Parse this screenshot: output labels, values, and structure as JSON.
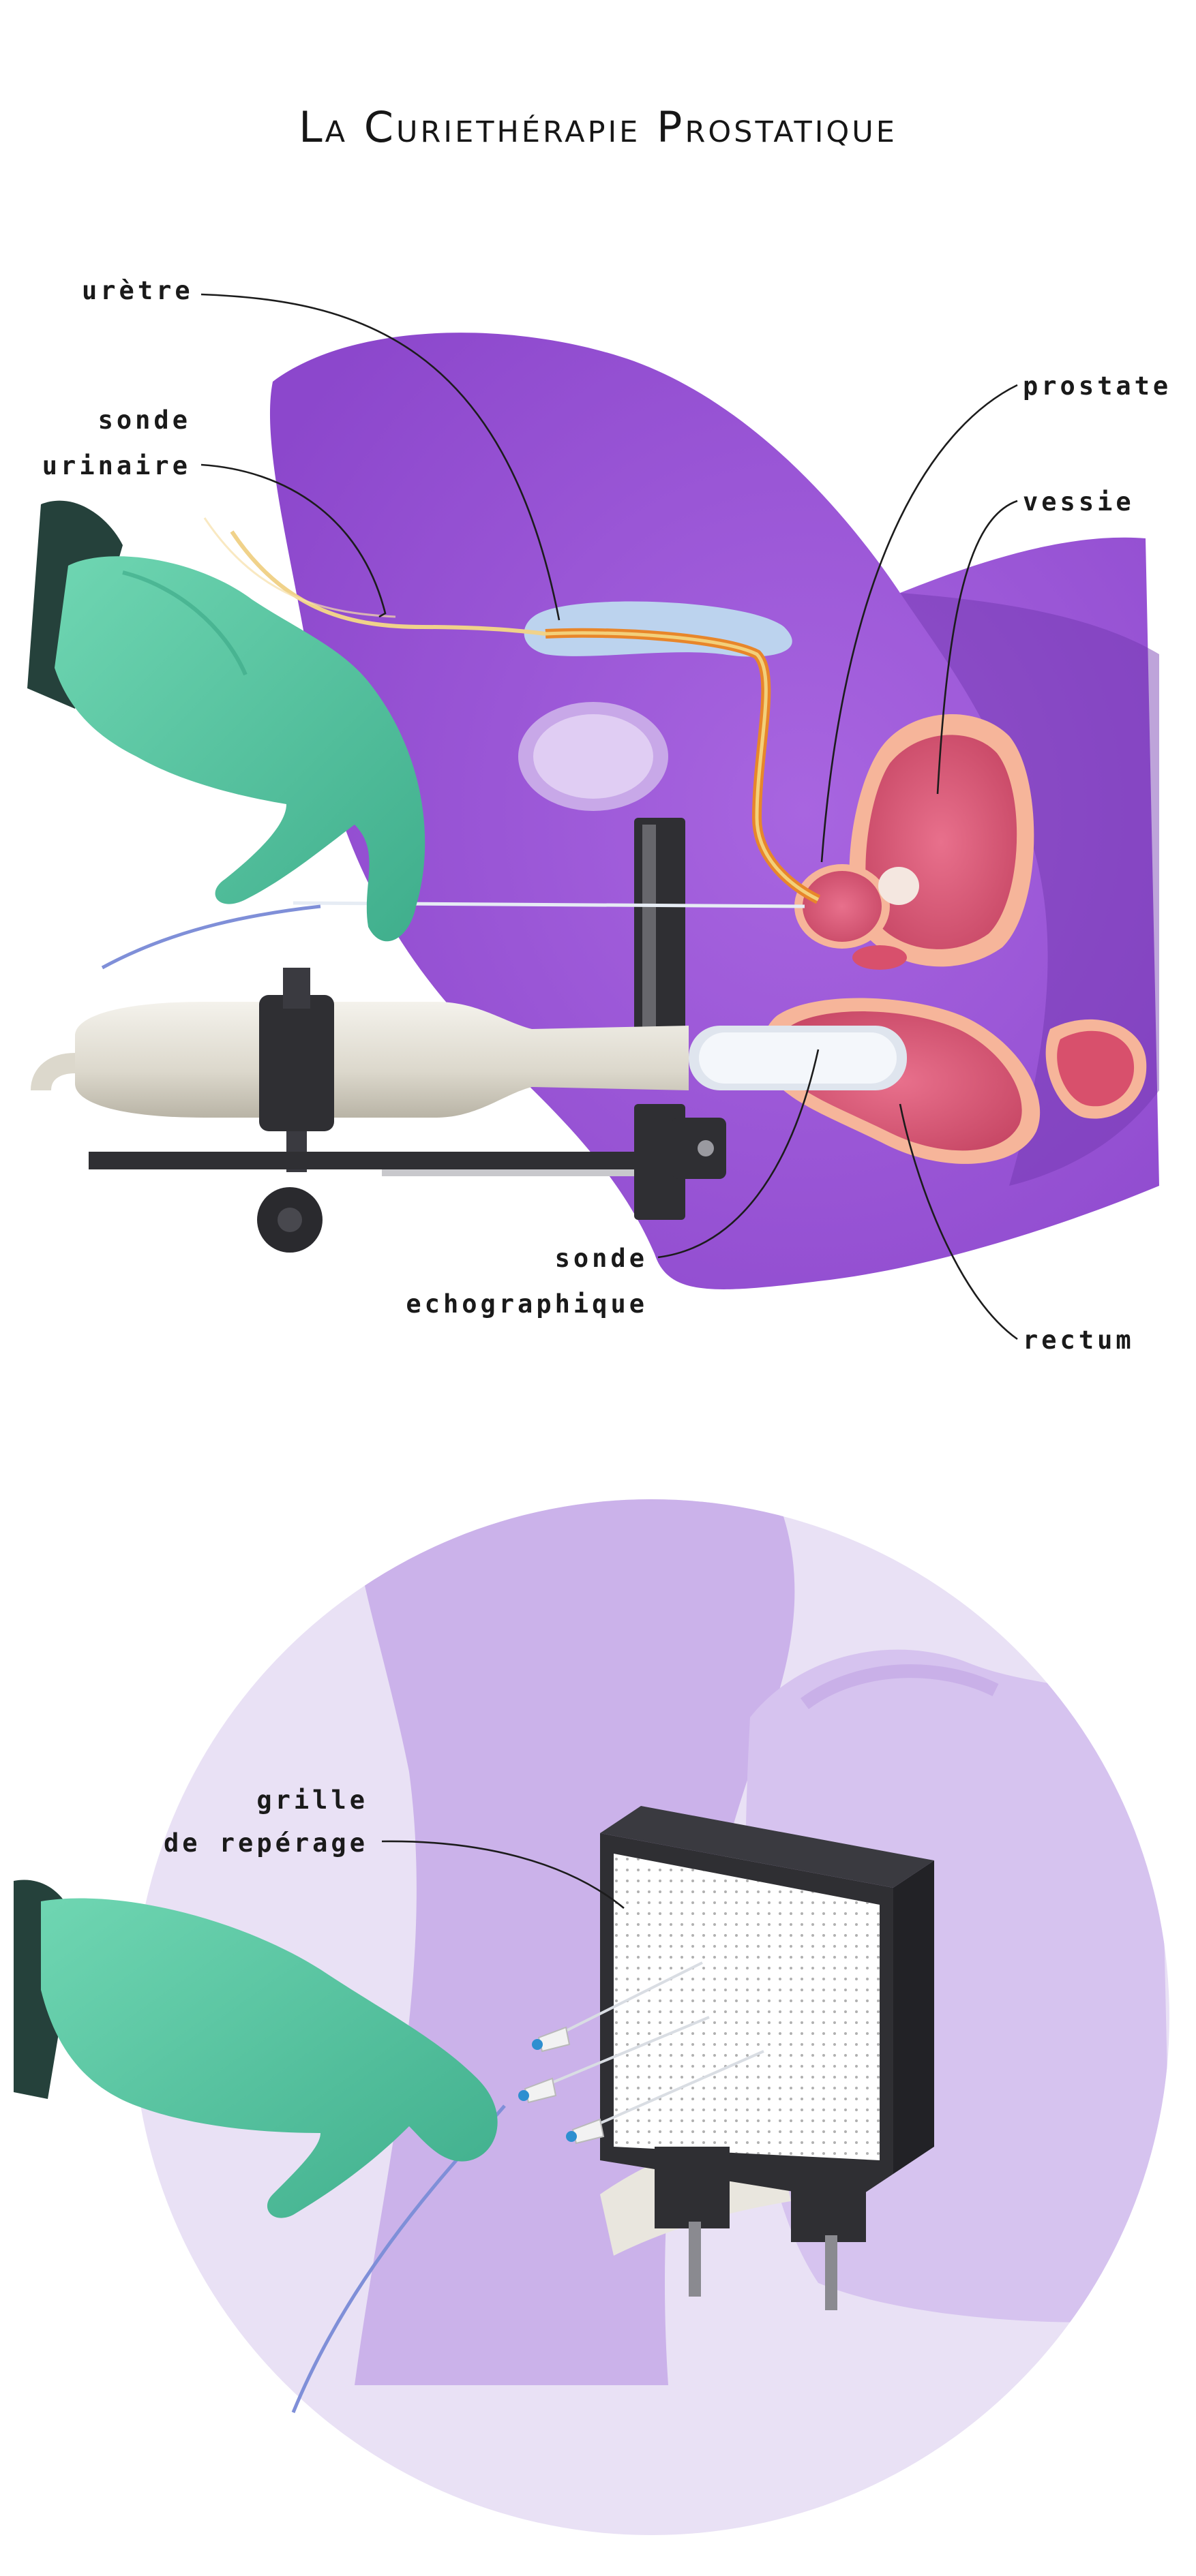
{
  "title": "La Curiethérapie Prostatique",
  "labels": {
    "uretre": "urètre",
    "sonde_urinaire_1": "sonde",
    "sonde_urinaire_2": "urinaire",
    "prostate": "prostate",
    "vessie": "vessie",
    "sonde_echo_1": "sonde",
    "sonde_echo_2": "echographique",
    "rectum": "rectum",
    "grille_1": "grille",
    "grille_2": "de repérage"
  },
  "colors": {
    "body_purple": "#9a55d6",
    "body_purple_dark": "#7a3fb8",
    "organ_pink": "#e0607a",
    "organ_rim": "#f6b59a",
    "glove": "#5fc9a6",
    "glove_shadow": "#3aa685",
    "lavender": "#dccdf0",
    "lavender_dark": "#c2a9e6",
    "probe": "#e9e6de",
    "device": "#2f2f33"
  },
  "icons": {
    "probe": "ultrasound-probe-icon",
    "grid": "perforated-grid-icon",
    "needle": "needle-icon"
  }
}
